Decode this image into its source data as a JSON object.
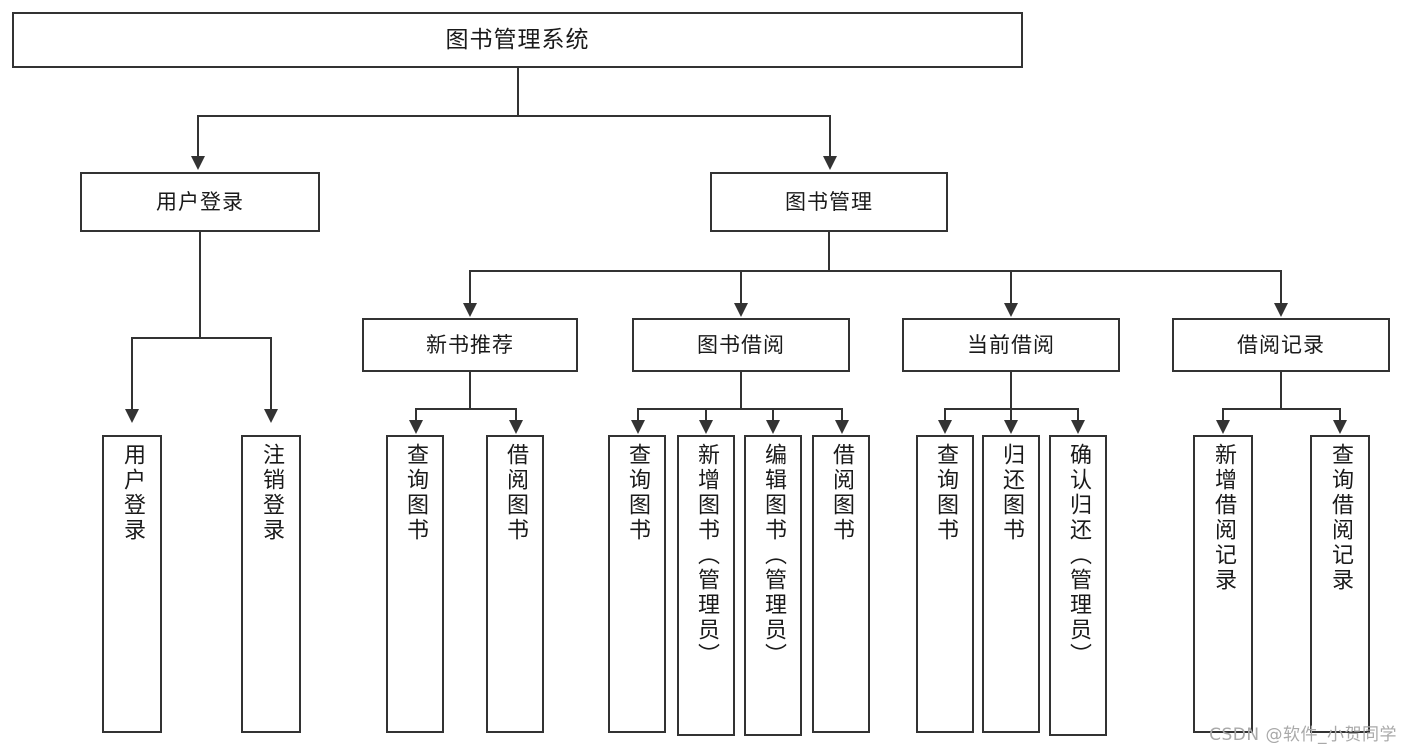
{
  "diagram": {
    "type": "tree",
    "title": "图书管理系统",
    "root": {
      "label": "图书管理系统"
    },
    "level1": [
      {
        "label": "用户登录"
      },
      {
        "label": "图书管理"
      }
    ],
    "level2": [
      {
        "label": "新书推荐"
      },
      {
        "label": "图书借阅"
      },
      {
        "label": "当前借阅"
      },
      {
        "label": "借阅记录"
      }
    ],
    "leaves": {
      "user_login": [
        {
          "label": "用户登录"
        },
        {
          "label": "注销登录"
        }
      ],
      "new_book_recommend": [
        {
          "label": "查询图书"
        },
        {
          "label": "借阅图书"
        }
      ],
      "book_borrow": [
        {
          "label": "查询图书"
        },
        {
          "label": "新增图书（管理员）"
        },
        {
          "label": "编辑图书（管理员）"
        },
        {
          "label": "借阅图书"
        }
      ],
      "current_borrow": [
        {
          "label": "查询图书"
        },
        {
          "label": "归还图书"
        },
        {
          "label": "确认归还（管理员）"
        }
      ],
      "borrow_record": [
        {
          "label": "新增借阅记录"
        },
        {
          "label": "查询借阅记录"
        }
      ]
    }
  },
  "watermark": {
    "text": "CSDN @软件_小贺同学"
  },
  "colors": {
    "stroke": "#333333",
    "background": "#ffffff",
    "text": "#1a1a1a",
    "watermark": "#a9a9a9"
  }
}
